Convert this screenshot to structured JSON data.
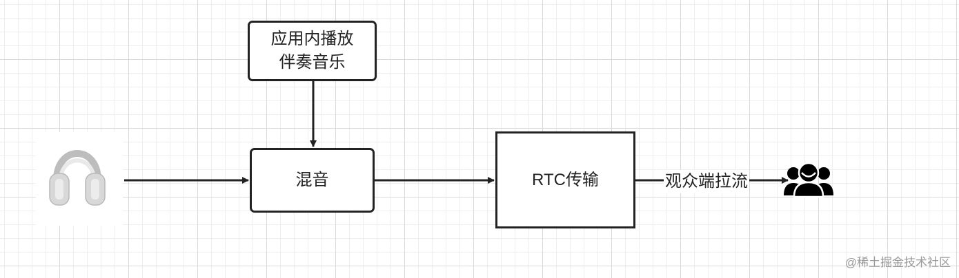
{
  "nodes": {
    "accompaniment": "应用内播放\n伴奏音乐",
    "mix": "混音",
    "rtc": "RTC传输"
  },
  "edges": {
    "rtc_to_audience": "观众端拉流"
  },
  "icons": {
    "source": "headphones-icon",
    "destination": "audience-group-icon"
  },
  "watermark": "@稀土掘金技术社区",
  "colors": {
    "stroke": "#222222",
    "grid_major": "#d9d9d9",
    "grid_minor": "#eeeeee",
    "headphone_body": "#d8d8d8"
  }
}
